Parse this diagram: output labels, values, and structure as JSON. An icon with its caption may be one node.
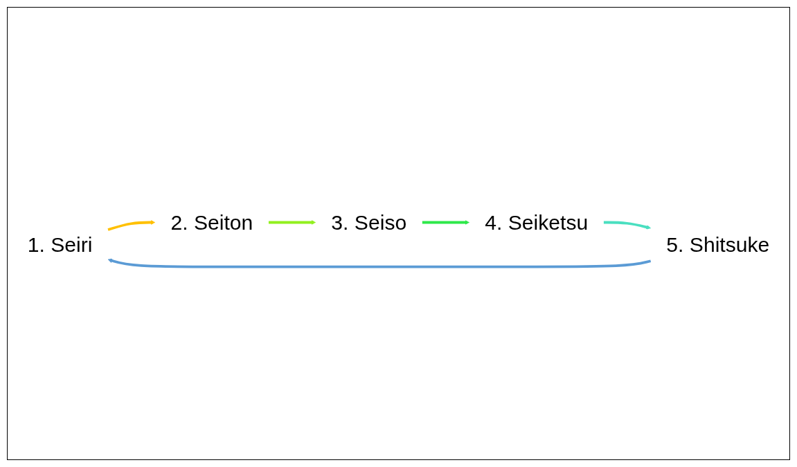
{
  "diagram": {
    "nodes": [
      {
        "text": [
          "1. Seiri"
        ]
      },
      {
        "text": [
          "2. Seiton"
        ]
      },
      {
        "text": [
          "3. Seiso"
        ]
      },
      {
        "text": [
          "4. Seiketsu"
        ]
      },
      {
        "text": [
          "5. Shitsuke"
        ]
      }
    ],
    "edges": [
      {
        "from": 4,
        "to": 0,
        "arrow": "to",
        "color": "#5b9bd5"
      },
      {
        "from": 0,
        "to": 1,
        "arrow": "to",
        "color": "#ffc000"
      },
      {
        "from": 1,
        "to": 2,
        "arrow": "to",
        "color": "#92f01f"
      },
      {
        "from": 2,
        "to": 3,
        "arrow": "to",
        "color": "#2ee84a"
      },
      {
        "from": 3,
        "to": 4,
        "arrow": "to",
        "color": "#4adfc0"
      }
    ]
  }
}
